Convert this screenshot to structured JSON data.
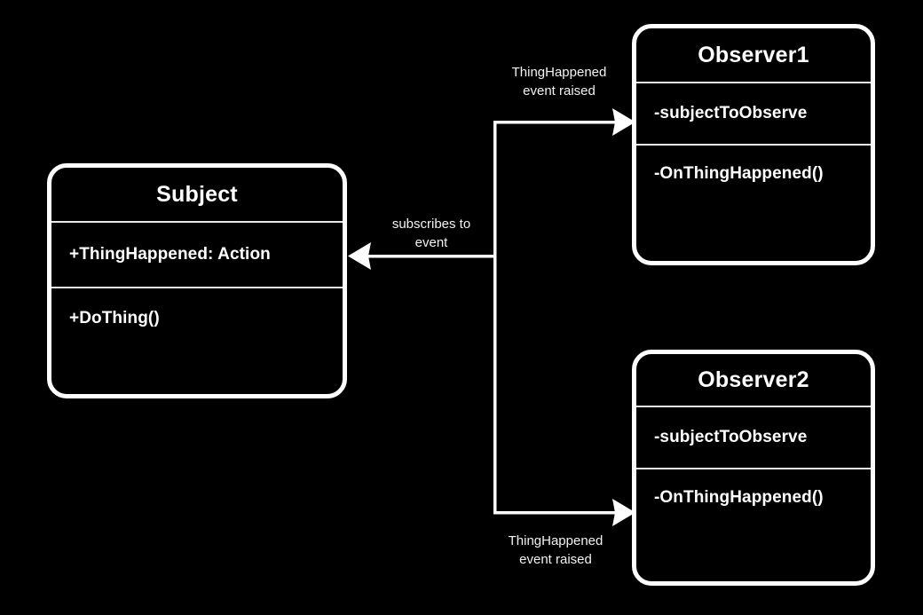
{
  "diagram": {
    "kind": "uml-class-diagram",
    "pattern": "Observer",
    "background_color": "#000000",
    "stroke_color": "#ffffff",
    "text_color": "#ffffff"
  },
  "classes": [
    {
      "id": "subject",
      "name": "Subject",
      "attributes": [
        "+ThingHappened: Action"
      ],
      "operations": [
        "+DoThing()"
      ]
    },
    {
      "id": "observer1",
      "name": "Observer1",
      "attributes": [
        "-subjectToObserve"
      ],
      "operations": [
        "-OnThingHappened()"
      ]
    },
    {
      "id": "observer2",
      "name": "Observer2",
      "attributes": [
        "-subjectToObserve"
      ],
      "operations": [
        "-OnThingHappened()"
      ]
    }
  ],
  "edges": [
    {
      "id": "event-to-observer1",
      "label": "ThingHappened\nevent raised",
      "from": "subject",
      "to": "observer1",
      "direction": "right"
    },
    {
      "id": "subscribes",
      "label": "subscribes to\nevent",
      "from": "observers",
      "to": "subject",
      "direction": "left"
    },
    {
      "id": "event-to-observer2",
      "label": "ThingHappened\nevent raised",
      "from": "subject",
      "to": "observer2",
      "direction": "right"
    }
  ]
}
